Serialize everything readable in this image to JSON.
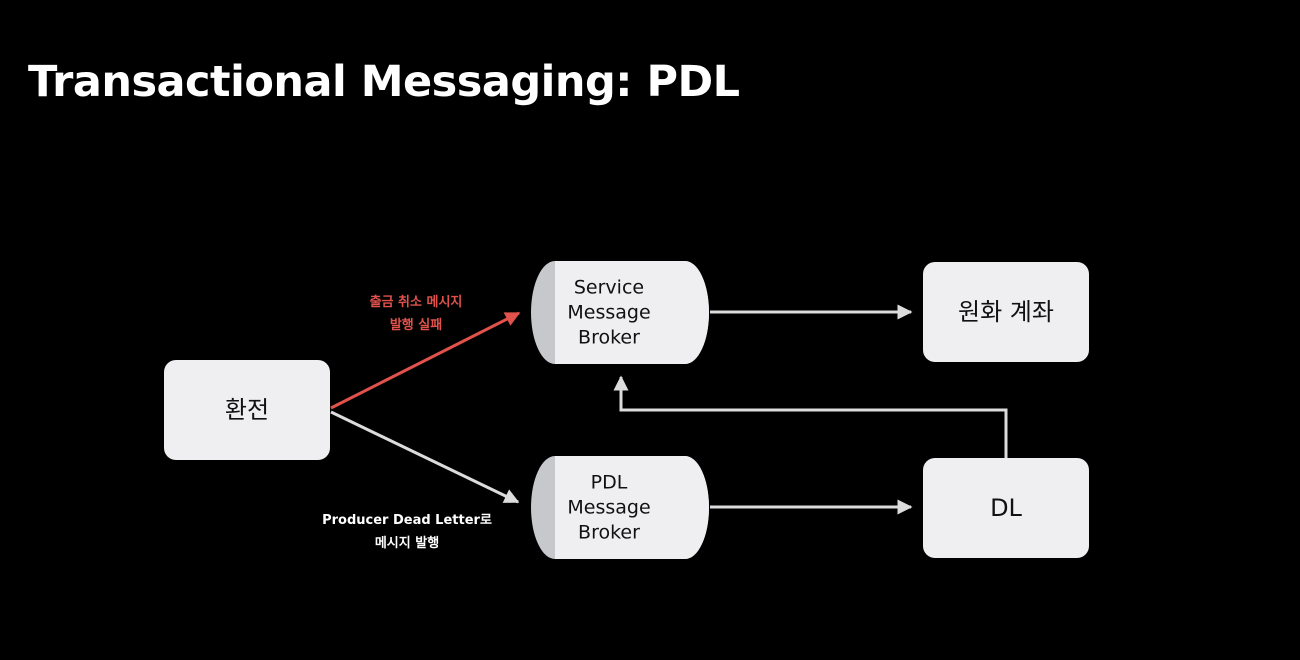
{
  "title": "Transactional Messaging: PDL",
  "colors": {
    "background": "#000000",
    "node_fill": "#efeff1",
    "cylinder_shade": "#c7c8cc",
    "arrow_default": "#dcdcdc",
    "arrow_failure": "#e0524b"
  },
  "nodes": {
    "exchange": {
      "label": "환전"
    },
    "service_broker": {
      "lines": [
        "Service",
        "Message",
        "Broker"
      ]
    },
    "pdl_broker": {
      "lines": [
        "PDL",
        "Message",
        "Broker"
      ]
    },
    "won_account": {
      "label": "원화 계좌"
    },
    "dl": {
      "label": "DL"
    }
  },
  "edges": {
    "failure": {
      "lines": [
        "출금 취소 메시지",
        "발행 실패"
      ],
      "status": "failure"
    },
    "pdl_publish": {
      "lines": [
        "Producer Dead Letter로",
        "메시지 발행"
      ],
      "status": "default"
    }
  }
}
